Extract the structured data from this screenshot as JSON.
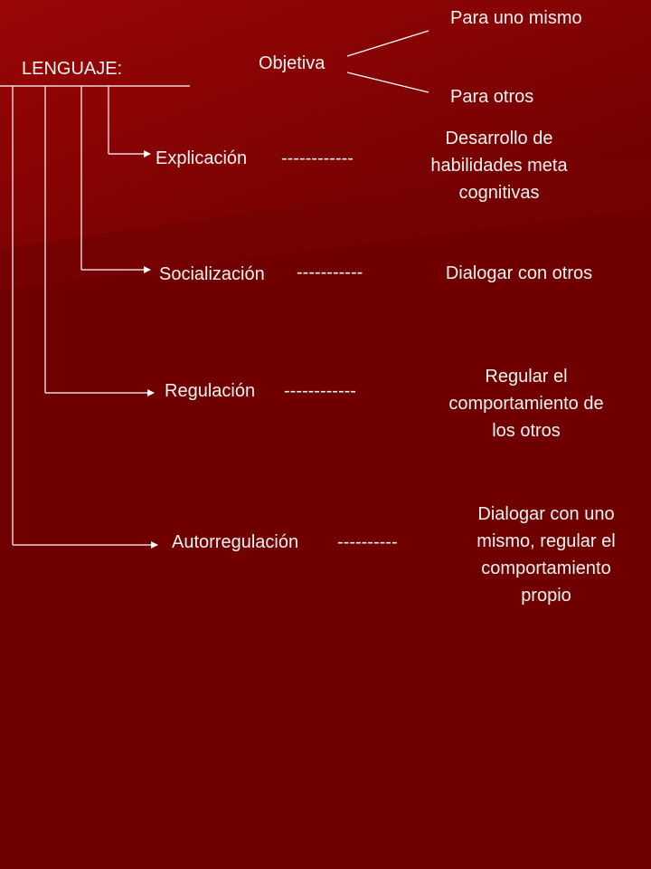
{
  "colors": {
    "background_top": "#8b0000",
    "background_bottom": "#6e0000",
    "text": "#f2f2f2",
    "lines": "#ffffff"
  },
  "root": {
    "label": "LENGUAJE:"
  },
  "objetiva": {
    "label": "Objetiva",
    "branches": [
      "Para uno mismo",
      "Para otros"
    ]
  },
  "functions": [
    {
      "name": "Explicación",
      "dashes": "------------",
      "description": [
        "Desarrollo de",
        "habilidades meta",
        "cognitivas"
      ]
    },
    {
      "name": "Socialización",
      "dashes": "-----------",
      "description": [
        "Dialogar con otros"
      ]
    },
    {
      "name": "Regulación",
      "dashes": "------------",
      "description": [
        "Regular el",
        "comportamiento de",
        "los otros"
      ]
    },
    {
      "name": "Autorregulación",
      "dashes": "----------",
      "description": [
        "Dialogar con uno",
        "mismo, regular el",
        "comportamiento",
        "propio"
      ]
    }
  ]
}
